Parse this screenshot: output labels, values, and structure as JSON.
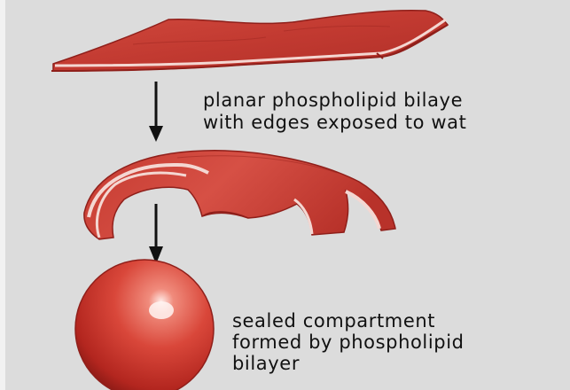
{
  "labels": {
    "planar": [
      "planar phospholipid bilaye",
      "with edges exposed to wat"
    ],
    "sealed": [
      "sealed compartment",
      "formed by phospholipid",
      "bilayer"
    ]
  },
  "colors": {
    "background": "#dcdcdc",
    "membrane_red": "#c8372e",
    "membrane_dark": "#8f1f1a",
    "membrane_light": "#f4d7d2",
    "arrow": "#111111"
  }
}
